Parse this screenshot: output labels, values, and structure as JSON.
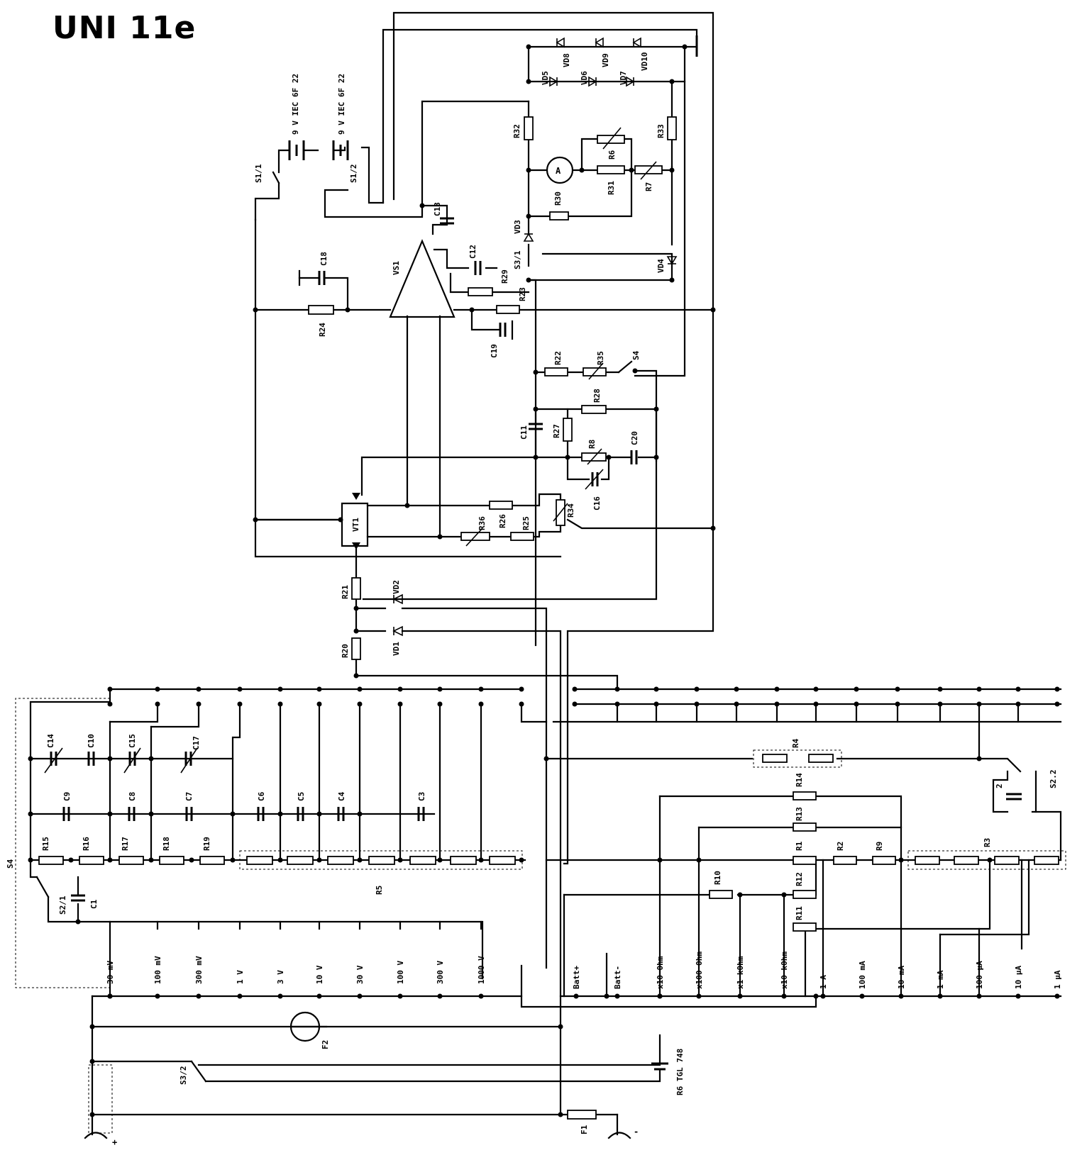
{
  "title": "UNI 11e",
  "labels": {
    "bat1": "9 V IEC 6F 22",
    "bat2": "9 V IEC 6F 22",
    "s1_1": "S1/1",
    "s1_2": "S1/2",
    "c18": "C18",
    "r24": "R24",
    "vs1": "VS1",
    "c13": "C13",
    "c12": "C12",
    "r29": "R29",
    "r23": "R23",
    "c19": "C19",
    "vd3": "VD3",
    "s3_1": "S3/1",
    "vd4": "VD4",
    "r32": "R32",
    "r33": "R33",
    "r30": "R30",
    "r31": "R31",
    "r6": "R6",
    "r7": "R7",
    "vd5": "VD5",
    "vd6": "VD6",
    "vd7": "VD7",
    "vd8": "VD8",
    "vd9": "VD9",
    "vd10": "VD10",
    "meter": "A",
    "r22": "R22",
    "r35": "R35",
    "s4": "S4",
    "c11": "C11",
    "r27": "R27",
    "r28": "R28",
    "r8": "R8",
    "c20": "C20",
    "c16": "C16",
    "vt1": "VT1",
    "r34": "R34",
    "r26": "R26",
    "r25": "R25",
    "r36": "R36",
    "r21": "R21",
    "vd2": "VD2",
    "vd1": "VD1",
    "r20": "R20",
    "s4_side": "S4",
    "c14": "C14",
    "c10": "C10",
    "c15": "C15",
    "c17": "C17",
    "c9": "C9",
    "c8": "C8",
    "c7": "C7",
    "c6": "C6",
    "c5": "C5",
    "c4": "C4",
    "c3": "C3",
    "r15": "R15",
    "r16": "R16",
    "r17": "R17",
    "r18": "R18",
    "r19": "R19",
    "r5": "R5",
    "s2_1": "S2/1",
    "c1": "C1",
    "r4": "R4",
    "s2_2": "S2.2",
    "c2": "2",
    "r14": "R14",
    "r13": "R13",
    "r1": "R1",
    "r2": "R2",
    "r9": "R9",
    "r3": "R3",
    "r10": "R10",
    "r12": "R12",
    "r11": "R11",
    "f2": "F2",
    "s3_2": "S3/2",
    "f1": "F1",
    "r6cell": "R6 TGL 748",
    "plus": "+",
    "minus": "-"
  },
  "ranges_left": [
    "30 mV",
    "100 mV",
    "300 mV",
    "1 V",
    "3 V",
    "10 V",
    "30 V",
    "100 V",
    "300 V",
    "1000 V"
  ],
  "ranges_right": [
    "Batt+",
    "Batt-",
    "x10 Ohm",
    "x100 Ohm",
    "x1 kOhm",
    "x10 kOhm",
    "1 A",
    "100 mA",
    "10 mA",
    "1 mA",
    "100 µA",
    "10 µA",
    "1 µA"
  ]
}
